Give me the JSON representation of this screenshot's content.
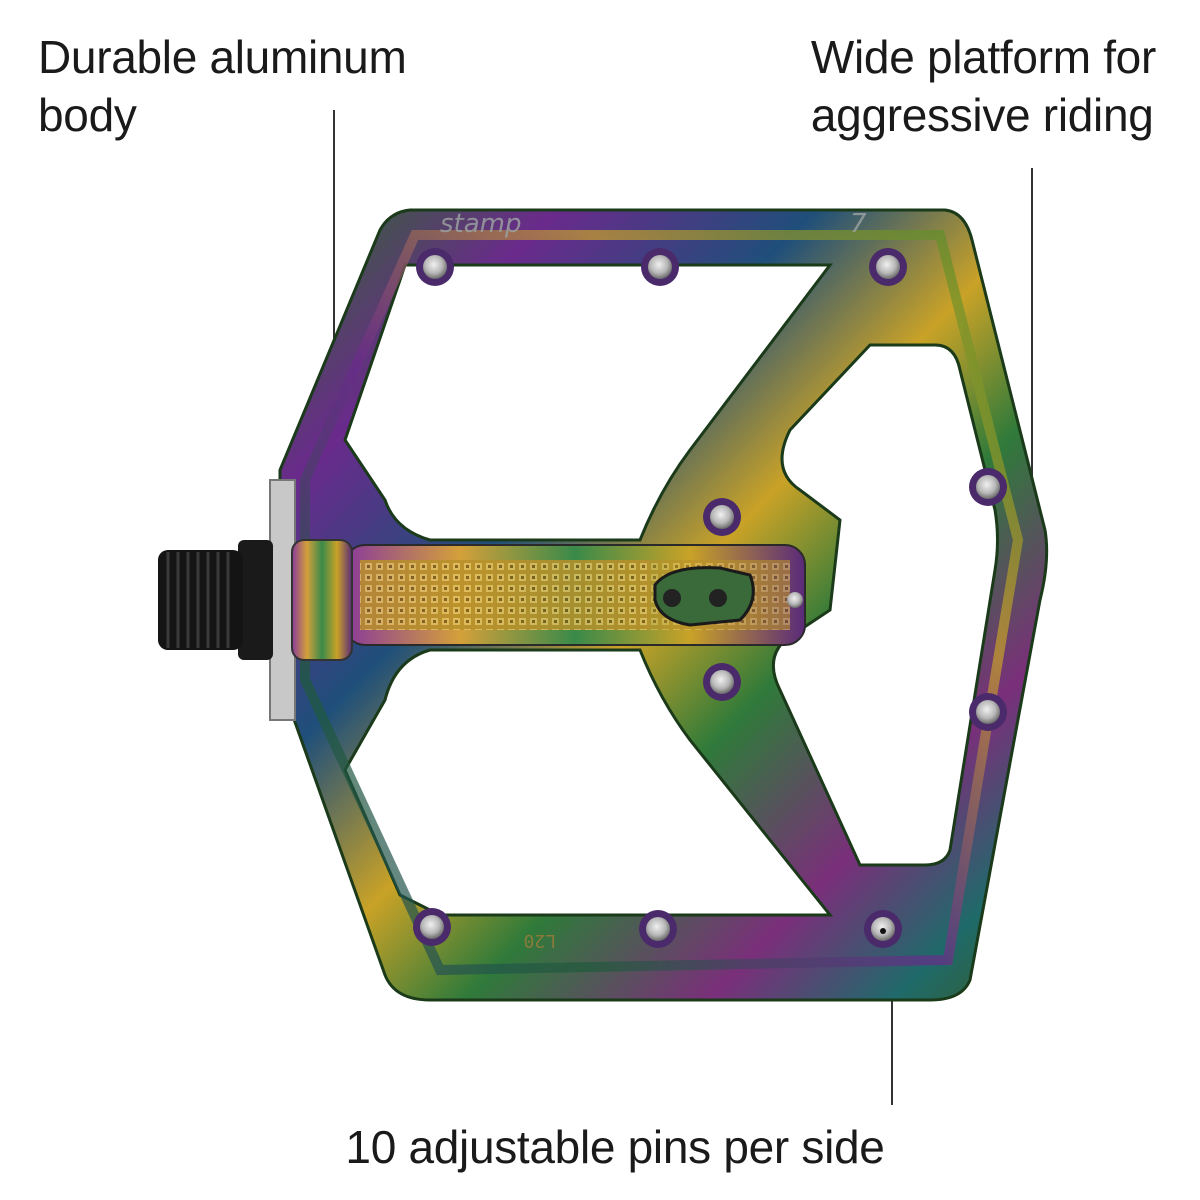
{
  "callouts": {
    "body": {
      "line1": "Durable aluminum",
      "line2": "body"
    },
    "platform": {
      "line1": "Wide platform for",
      "line2": "aggressive riding"
    },
    "pins": {
      "text": "10 adjustable pins per side"
    }
  },
  "product_markings": {
    "brand": "stamp",
    "model": "7",
    "size": "L20"
  },
  "colors": {
    "background": "#ffffff",
    "text": "#1a1a1a",
    "leader_line": "#333333",
    "oil_slick_green": "#2f6b2a",
    "oil_slick_purple": "#6a2a8c",
    "oil_slick_gold": "#c9a227",
    "oil_slick_blue": "#1f4f7a",
    "axle_black": "#111111"
  }
}
